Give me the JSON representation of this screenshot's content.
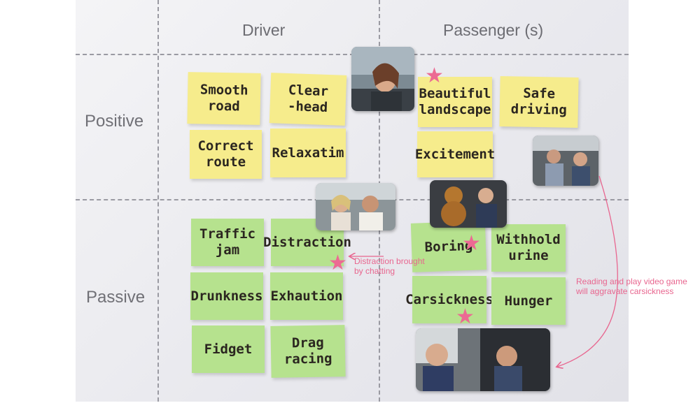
{
  "columns": {
    "driver": "Driver",
    "passenger": "Passenger (s)"
  },
  "rows": {
    "positive": "Positive",
    "passive": "Passive"
  },
  "notes": {
    "smooth_road": "Smooth\nroad",
    "clear_head": "Clear\n-head",
    "correct_route": "Correct\nroute",
    "relaxation": "Relaxatim",
    "beautiful_landscape": "Beautiful\nlandscape",
    "safe_driving": "Safe\ndriving",
    "excitement": "Excitement",
    "traffic_jam": "Traffic\njam",
    "distraction": "Distraction",
    "drunkness": "Drunkness",
    "exhaustion": "Exhaution",
    "fidget": "Fidget",
    "drag_racing": "Drag\nracing",
    "boring": "Boring",
    "withhold_urine": "Withhold\nurine",
    "carsickness": "Carsickness",
    "hunger": "Hunger"
  },
  "annotations": {
    "distraction": "Distraction brought\nby chatting",
    "carsickness": "Reading and play video game\nwill aggravate carsickness"
  },
  "colors": {
    "yellow_note": "#f6ec8c",
    "green_note": "#b6e28e",
    "annotation": "#e8668f"
  }
}
